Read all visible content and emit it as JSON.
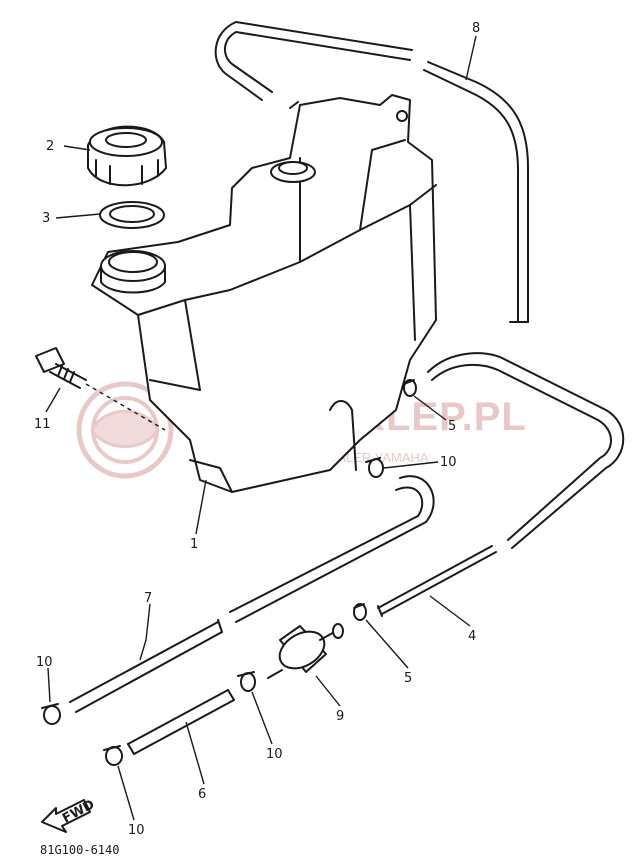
{
  "watermark": {
    "title": "YAMA-SKLEP.PL",
    "subtitle": "WOJCIECHOWSKI | DEALER YAMAHA",
    "color": "#e9c8c8"
  },
  "figure_code": "81G100-6140",
  "fwd_label": "FWD",
  "callouts": {
    "c1": "1",
    "c2": "2",
    "c3": "3",
    "c4": "4",
    "c5a": "5",
    "c5b": "5",
    "c6": "6",
    "c7": "7",
    "c8": "8",
    "c9": "9",
    "c10a": "10",
    "c10b": "10",
    "c10c": "10",
    "c10d": "10",
    "c11": "11"
  }
}
